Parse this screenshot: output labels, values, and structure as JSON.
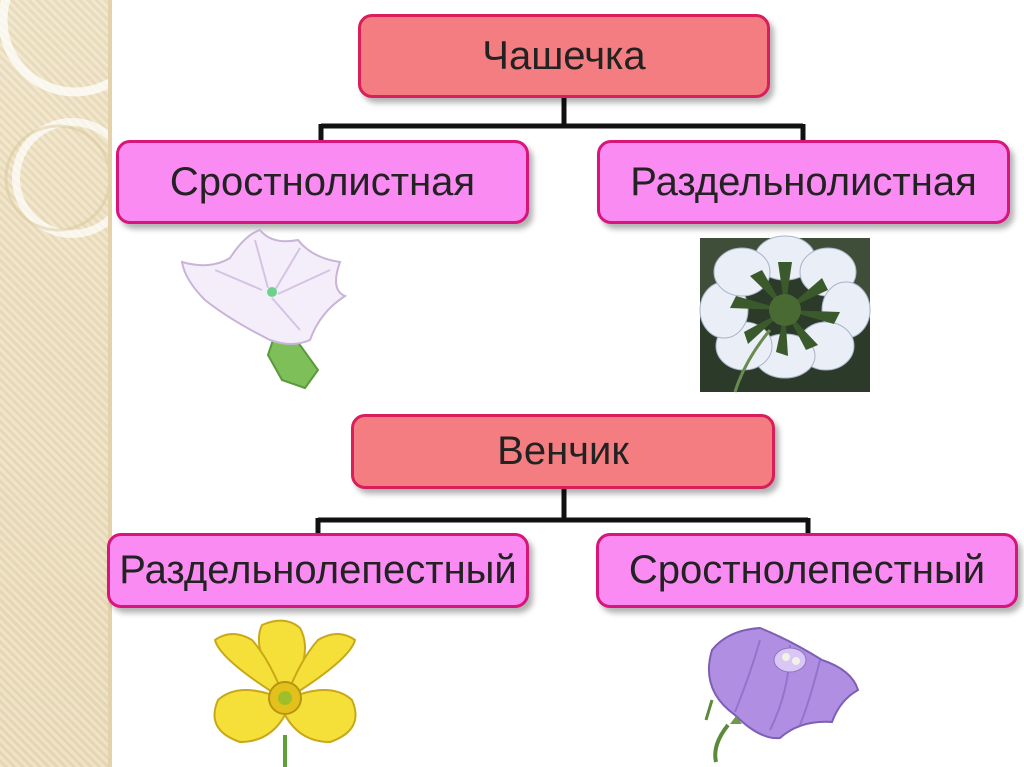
{
  "colors": {
    "head_fill": "#f37d80",
    "leaf_fill": "#f98bf3",
    "border": "#d7157a",
    "connector": "#111111",
    "side_strip": "#efe3c4"
  },
  "calyx": {
    "title": "Чашечка",
    "left": "Сростнолистная",
    "right": "Раздельнолистная"
  },
  "corolla": {
    "title": "Венчик",
    "left": "Раздельнолепестный",
    "right": "Сростнолепестный"
  },
  "images": {
    "calyx_left": "white-trumpet-flower-icon",
    "calyx_right": "flower-sepals-photo-icon",
    "corolla_left": "yellow-buttercup-icon",
    "corolla_right": "purple-bellflower-icon"
  }
}
